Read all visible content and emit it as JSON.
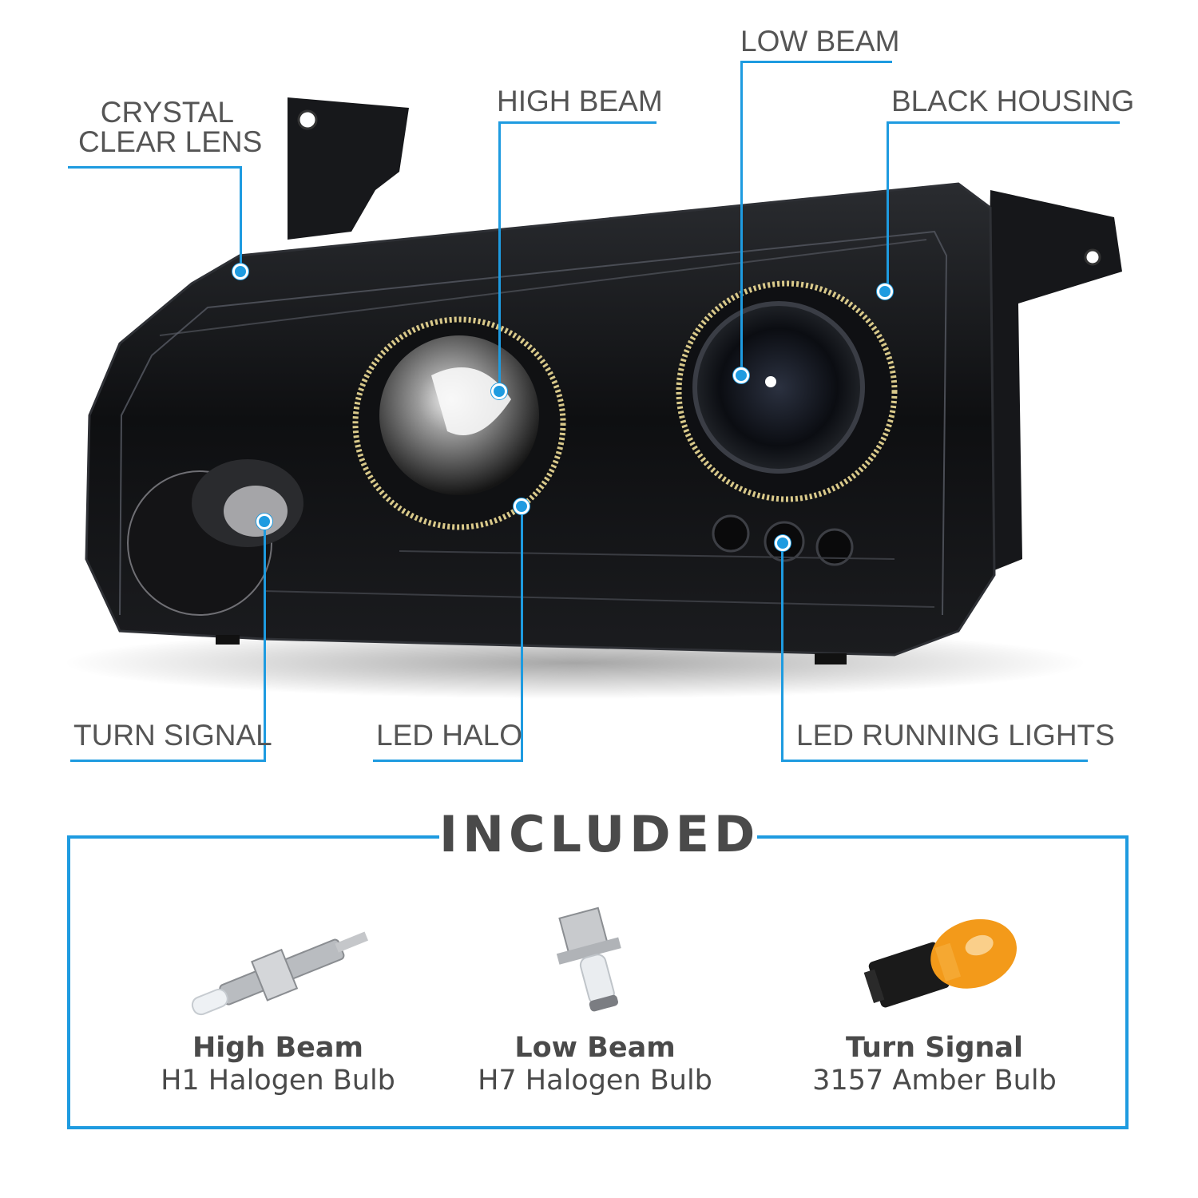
{
  "callouts": {
    "crystal_clear_lens": [
      "CRYSTAL",
      "CLEAR LENS"
    ],
    "high_beam": "HIGH BEAM",
    "low_beam": "LOW BEAM",
    "black_housing": "BLACK HOUSING",
    "turn_signal": "TURN SIGNAL",
    "led_halo": "LED HALO",
    "led_running_lights": "LED RUNNING LIGHTS"
  },
  "included": {
    "title": "INCLUDED",
    "items": [
      {
        "name": "High Beam",
        "desc": "H1 Halogen Bulb",
        "icon": "h1-bulb-icon"
      },
      {
        "name": "Low Beam",
        "desc": "H7 Halogen Bulb",
        "icon": "h7-bulb-icon"
      },
      {
        "name": "Turn Signal",
        "desc": "3157 Amber Bulb",
        "icon": "3157-amber-bulb-icon"
      }
    ]
  },
  "colors": {
    "accent": "#1e9be0",
    "text": "#555555",
    "housing": "#0d0d0f",
    "amber": "#f39a1a"
  }
}
